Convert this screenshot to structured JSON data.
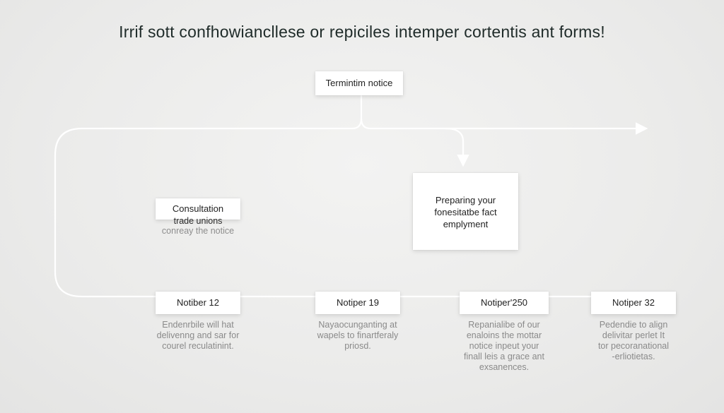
{
  "title": "Irrif sott confhowiancllese or repiciles intemper cortentis ant forms!",
  "nodes": {
    "top": "Termintim notice",
    "prep": [
      "Preparing your",
      "fonesitatbe fact",
      "emplyment"
    ],
    "consult": {
      "label": "Consultation",
      "sub1": "trade unions",
      "sub2": "conreay the notice"
    }
  },
  "steps": [
    {
      "label": "Notiber 12",
      "desc": [
        "Endenrbile will hat",
        "delivenng and sar for",
        "courel reculatinint."
      ]
    },
    {
      "label": "Notiper 19",
      "desc": [
        "Nayaocunganting at",
        "wapels to finartferaly",
        "priosd."
      ]
    },
    {
      "label": "Notiper'250",
      "desc": [
        "Repanialibe of our",
        "enaloins the mottar",
        "notice inpeut your",
        "finall leis a grace ant",
        "exsanences."
      ]
    },
    {
      "label": "Notiper 32",
      "desc": [
        "Pedendie to align",
        "delivitar perlet It",
        "tor pecoranational",
        "-erliotietas."
      ]
    }
  ],
  "colors": {
    "connector": "#ffffff",
    "background": "#ebebea",
    "box": "#ffffff"
  }
}
